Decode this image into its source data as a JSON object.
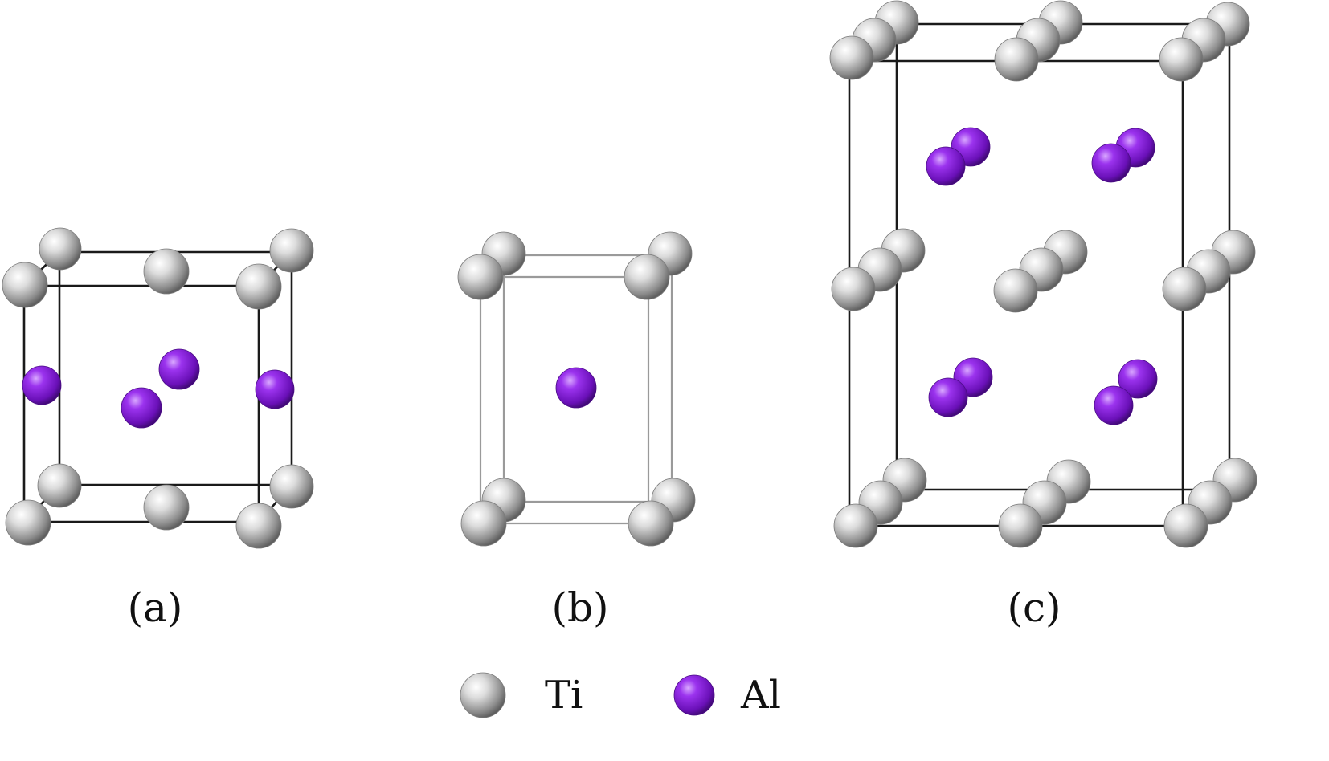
{
  "panels": [
    {
      "label": "(a)"
    },
    {
      "label": "(b)"
    },
    {
      "label": "(c)"
    }
  ],
  "legend": [
    {
      "symbol": "Ti",
      "color": "#a6a6a6"
    },
    {
      "symbol": "Al",
      "color": "#8a1fd8"
    }
  ],
  "colors": {
    "ti_atom": "#a6a6a6",
    "al_atom": "#8a1fd8",
    "cell_edge": "#1a1a1a",
    "cell_edge_light": "#9a9a9a"
  }
}
